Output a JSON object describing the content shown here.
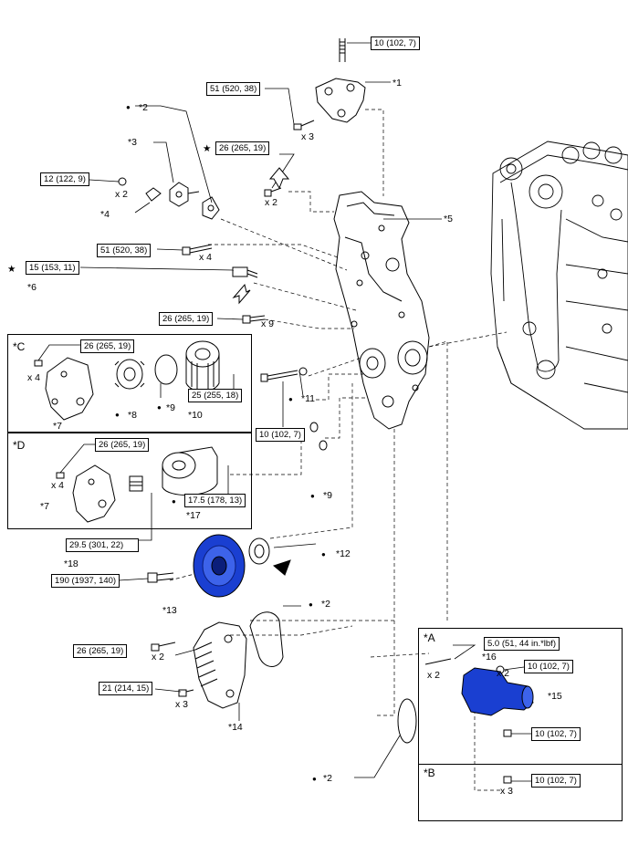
{
  "torques": {
    "t_mount_stud": "10 (102, 7)",
    "t_mount_bolt": "51 (520, 38)",
    "t_star_bolt": "26 (265, 19)",
    "t_12": "12 (122, 9)",
    "t_51b": "51 (520, 38)",
    "t_ocv": "15 (153, 11)",
    "t_26_x9": "26 (265, 19)",
    "t_c_26": "26 (265, 19)",
    "t_c_25": "25 (255, 18)",
    "t_10_mid": "10 (102, 7)",
    "t_d_26": "26 (265, 19)",
    "t_d_17": "17.5 (178, 13)",
    "t_29": "29.5 (301, 22)",
    "t_190": "190 (1937, 140)",
    "t_wp_26": "26 (265, 19)",
    "t_wp_21": "21 (214, 15)",
    "t_a_50": "5.0 (51, 44 in.*lbf)",
    "t_a_10a": "10 (102, 7)",
    "t_a_10b": "10 (102, 7)",
    "t_b_10": "10 (102, 7)"
  },
  "qty": {
    "q_x3_mount": "x 3",
    "q_x2_star": "x 2",
    "q_x2_12": "x 2",
    "q_x4_51": "x 4",
    "q_x9": "x 9",
    "q_c_x4": "x 4",
    "q_d_x4": "x 4",
    "q_wp_x2": "x 2",
    "q_wp_x3": "x 3",
    "q_a_x2a": "x 2",
    "q_a_x2b": "x 2",
    "q_b_x3": "x 3"
  },
  "callouts": {
    "c1": "*1",
    "c2a": "*2",
    "c3": "*3",
    "c4": "*4",
    "c5": "*5",
    "c6": "*6",
    "c7c": "*7",
    "c7d": "*7",
    "c8": "*8",
    "c9c": "*9",
    "c9m": "*9",
    "c10": "*10",
    "c11": "*11",
    "c12": "*12",
    "c13": "*13",
    "c14": "*14",
    "c15": "*15",
    "c16": "*16",
    "c17": "*17",
    "c18": "*18",
    "c2b": "*2",
    "c2c": "*2"
  },
  "sections": {
    "sec_c": "*C",
    "sec_d": "*D",
    "sec_a": "*A",
    "sec_b": "*B"
  },
  "symbols": {
    "star": "★",
    "dot": "●"
  },
  "colors": {
    "highlight_blue": "#1a3fd1"
  }
}
